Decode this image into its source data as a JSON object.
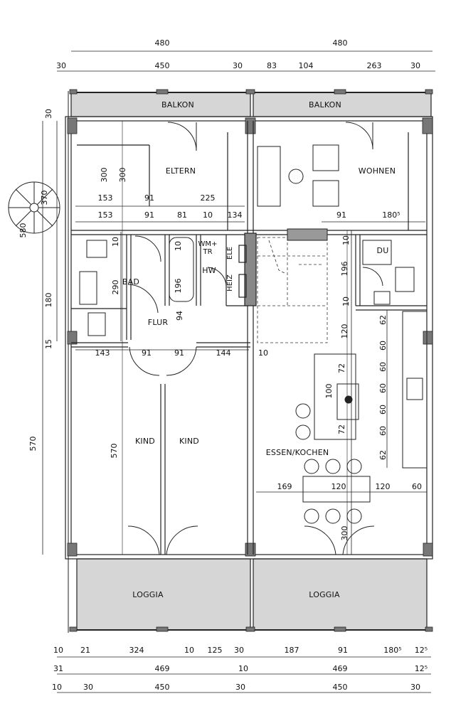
{
  "rooms": {
    "balkon_left": "BALKON",
    "balkon_right": "BALKON",
    "eltern": "ELTERN",
    "wohnen": "WOHNEN",
    "bad": "BAD",
    "hw": "HW",
    "wm_tr": "WM+\nTR",
    "ele": "ELE",
    "heiz": "HEIZ",
    "du": "DU",
    "flur": "FLUR",
    "kind_left": "KIND",
    "kind_right": "KIND",
    "essen_kochen": "ESSEN/KOCHEN",
    "loggia_left": "LOGGIA",
    "loggia_right": "LOGGIA"
  },
  "dims_top": {
    "overall": [
      "480",
      "480"
    ],
    "detail": [
      "30",
      "450",
      "30",
      "83",
      "104",
      "263",
      "30"
    ]
  },
  "dims_left": [
    "30",
    "300",
    "180",
    "15",
    "570"
  ],
  "dims_stair": [
    "370",
    "580"
  ],
  "dims_interior": {
    "eltern_row1": [
      "153",
      "91",
      "225"
    ],
    "eltern_row2": [
      "153",
      "91",
      "81",
      "10",
      "134"
    ],
    "right_row": [
      "91",
      "180⁵"
    ],
    "bath_verticals": [
      "300",
      "10",
      "290",
      "10",
      "196",
      "94"
    ],
    "flur_row": [
      "143",
      "91",
      "91",
      "144",
      "10"
    ],
    "du_col": [
      "10",
      "196",
      "10",
      "120"
    ],
    "kitchen_col": [
      "62",
      "60",
      "60",
      "60",
      "60",
      "60",
      "62"
    ],
    "island": [
      "72",
      "100",
      "72"
    ],
    "kind": "570",
    "table_row": [
      "169",
      "120",
      "120",
      "60"
    ],
    "essen_vert": "300"
  },
  "dims_bottom": {
    "row1": [
      "10",
      "21",
      "324",
      "10",
      "125",
      "30",
      "187",
      "91",
      "180⁵",
      "12⁵"
    ],
    "row2": [
      "31",
      "469",
      "10",
      "469",
      "12⁵"
    ],
    "row3": [
      "10",
      "30",
      "450",
      "30",
      "450",
      "30"
    ]
  }
}
